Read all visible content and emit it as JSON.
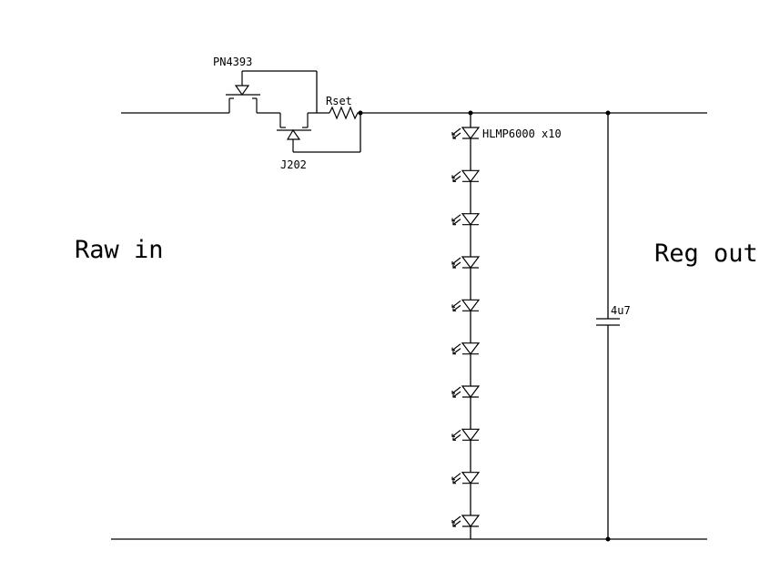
{
  "labels": {
    "raw_in": "Raw in",
    "reg_out": "Reg out",
    "q1_part": "PN4393",
    "q2_part": "J202",
    "resistor": "Rset",
    "led_part": "HLMP6000 x10",
    "capacitor": "4u7"
  },
  "components": {
    "led_count": 10
  },
  "colors": {
    "line": "#000000",
    "background": "#ffffff"
  }
}
